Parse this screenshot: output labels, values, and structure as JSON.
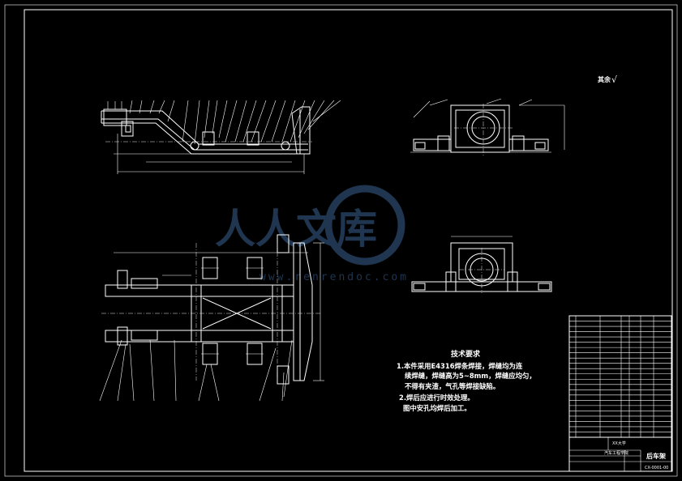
{
  "roughness_mark": "其余",
  "roughness_symbol": "√",
  "watermark": {
    "text": "人人文库",
    "url": "www.renrendoc.com"
  },
  "technical_requirements": {
    "title": "技术要求",
    "lines": [
      "1.本件采用E4316焊条焊接，焊缝均为连",
      "续焊缝，焊缝高为5~8mm，焊缝应均匀，",
      "不得有夹渣，气孔等焊接缺陷。",
      "2.焊后应进行时效处理。",
      "图中安孔均焊后加工。"
    ]
  },
  "title_block": {
    "drawing_name": "后车架",
    "drawing_code": "CX-0001-00",
    "unit_line": "XX大学",
    "subtitle": "汽车工程学院"
  }
}
